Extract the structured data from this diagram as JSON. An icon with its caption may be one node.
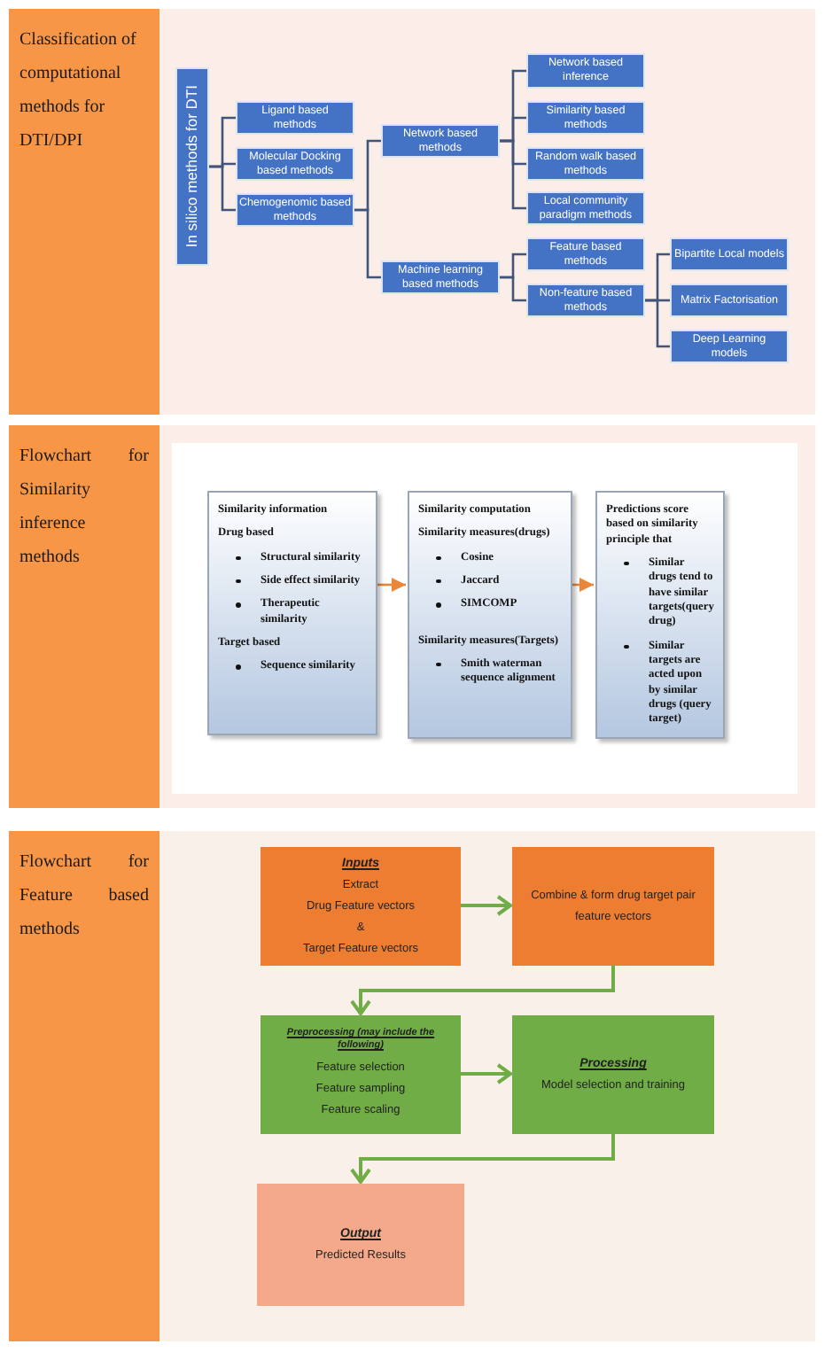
{
  "diagram": {
    "nodes": [
      {
        "text": [
          "Classification of computational methods for DTI/DPI"
        ]
      },
      {
        "text": [
          "In silico methods for DTI"
        ]
      },
      {
        "text": [
          "Ligand based methods"
        ]
      },
      {
        "text": [
          "Molecular Docking based methods"
        ]
      },
      {
        "text": [
          "Chemogenomic based methods"
        ]
      },
      {
        "text": [
          "Network based methods"
        ]
      },
      {
        "text": [
          "Machine learning based methods"
        ]
      },
      {
        "text": [
          "Network based inference"
        ]
      },
      {
        "text": [
          "Similarity based methods"
        ]
      },
      {
        "text": [
          "Random walk based methods"
        ]
      },
      {
        "text": [
          "Local community paradigm methods"
        ]
      },
      {
        "text": [
          "Feature based methods"
        ]
      },
      {
        "text": [
          "Non-feature based methods"
        ]
      },
      {
        "text": [
          "Bipartite Local models"
        ]
      },
      {
        "text": [
          "Matrix Factorisation"
        ]
      },
      {
        "text": [
          "Deep Learning models"
        ]
      },
      {
        "text": [
          "Flowchart for Similarity inference methods"
        ]
      },
      {
        "text": [
          "Similarity information",
          "Drug based",
          "Structural similarity",
          "Side effect similarity",
          "Therapeutic similarity",
          "Target based",
          "Sequence similarity"
        ]
      },
      {
        "text": [
          "Similarity computation",
          "Similarity measures(drugs)",
          "Cosine",
          "Jaccard",
          "SIMCOMP",
          "Similarity measures(Targets)",
          "Smith waterman sequence alignment"
        ]
      },
      {
        "text": [
          "Predictions score based on similarity principle that",
          "Similar drugs tend to have similar targets(query drug)",
          "Similar targets are acted upon by similar drugs (query target)"
        ]
      },
      {
        "text": [
          "Flowchart for Feature based methods"
        ]
      },
      {
        "text": [
          "Inputs",
          "Extract",
          "Drug Feature vectors",
          "&",
          "Target Feature vectors"
        ]
      },
      {
        "text": [
          "Combine & form drug target pair feature vectors"
        ]
      },
      {
        "text": [
          "Preprocessing (may include the following)",
          "Feature selection",
          "Feature sampling",
          "Feature scaling"
        ]
      },
      {
        "text": [
          "Processing",
          "Model selection and training"
        ]
      },
      {
        "text": [
          "Output",
          "Predicted Results"
        ]
      }
    ],
    "edges": [
      {
        "from": 1,
        "to": 2,
        "arrow": "none"
      },
      {
        "from": 1,
        "to": 3,
        "arrow": "none"
      },
      {
        "from": 1,
        "to": 4,
        "arrow": "none"
      },
      {
        "from": 4,
        "to": 5,
        "arrow": "none"
      },
      {
        "from": 4,
        "to": 6,
        "arrow": "none"
      },
      {
        "from": 5,
        "to": 7,
        "arrow": "none"
      },
      {
        "from": 5,
        "to": 8,
        "arrow": "none"
      },
      {
        "from": 5,
        "to": 9,
        "arrow": "none"
      },
      {
        "from": 5,
        "to": 10,
        "arrow": "none"
      },
      {
        "from": 6,
        "to": 11,
        "arrow": "none"
      },
      {
        "from": 6,
        "to": 12,
        "arrow": "none"
      },
      {
        "from": 12,
        "to": 13,
        "arrow": "none"
      },
      {
        "from": 12,
        "to": 14,
        "arrow": "none"
      },
      {
        "from": 12,
        "to": 15,
        "arrow": "none"
      },
      {
        "from": 17,
        "to": 18,
        "arrow": "to",
        "color": "#e8873a"
      },
      {
        "from": 18,
        "to": 19,
        "arrow": "to",
        "color": "#e8873a"
      },
      {
        "from": 21,
        "to": 22,
        "arrow": "to",
        "color": "#70ad47"
      },
      {
        "from": 22,
        "to": 23,
        "arrow": "to",
        "color": "#70ad47"
      },
      {
        "from": 23,
        "to": 24,
        "arrow": "to",
        "color": "#70ad47"
      },
      {
        "from": 24,
        "to": 25,
        "arrow": "to",
        "color": "#70ad47"
      }
    ]
  }
}
